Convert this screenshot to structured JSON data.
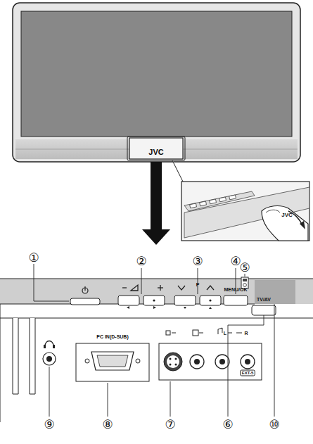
{
  "diagram": {
    "labels": [
      "JVC",
      "JVC",
      "①",
      "②",
      "③",
      "④",
      "⑤",
      "⑥",
      "⑦",
      "⑧",
      "⑨",
      "⑩",
      "MENU/OK",
      "TV/AV",
      "P",
      "PC IN(D-SUB)",
      "L",
      "R",
      "EXT-5"
    ]
  }
}
